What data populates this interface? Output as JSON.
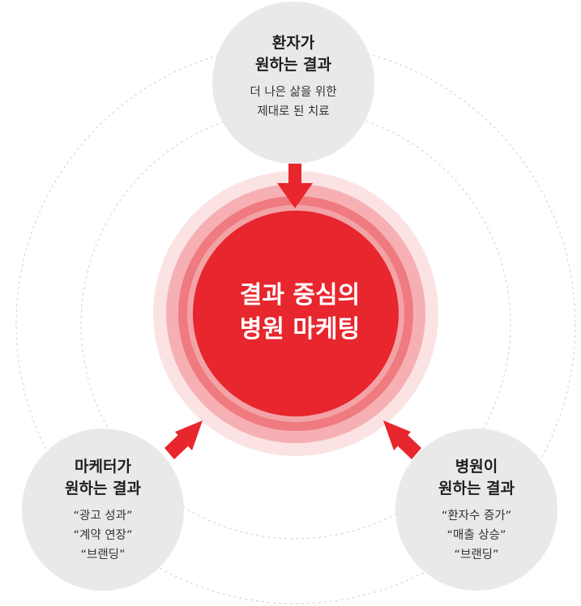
{
  "colors": {
    "accent": "#e8262d",
    "node_bg": "#e9e9e9",
    "text": "#1f1f1f"
  },
  "center": {
    "line1": "결과 중심의",
    "line2": "병원 마케팅"
  },
  "nodes": {
    "patient": {
      "title1": "환자가",
      "title2": "원하는 결과",
      "desc1": "더 나은 삶을 위한",
      "desc2": "제대로 된 치료"
    },
    "marketer": {
      "title1": "마케터가",
      "title2": "원하는 결과",
      "desc1": "“광고 성과”",
      "desc2": "“계약 연장”",
      "desc3": "“브랜딩”"
    },
    "hospital": {
      "title1": "병원이",
      "title2": "원하는 결과",
      "desc1": "“환자수 증가”",
      "desc2": "“매출 상승”",
      "desc3": "“브랜딩”"
    }
  }
}
